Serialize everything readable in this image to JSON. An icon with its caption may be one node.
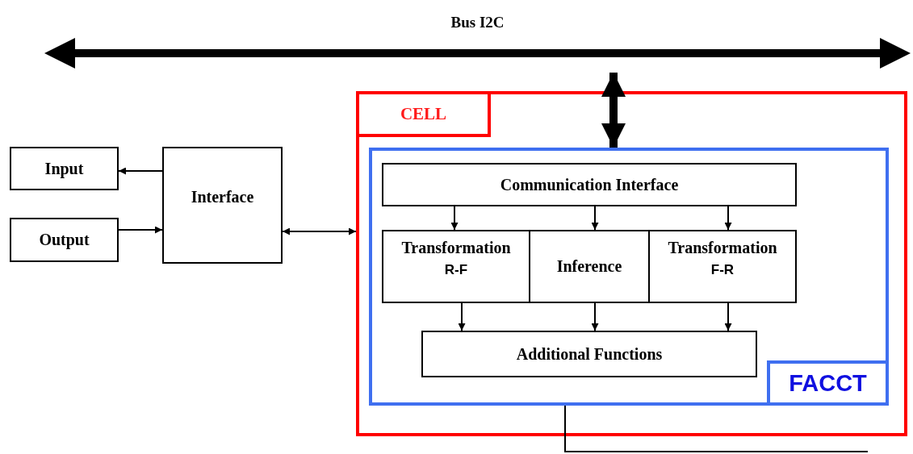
{
  "diagram": {
    "nodes": [
      {
        "text": [
          "Bus I2C"
        ]
      },
      {
        "text": [
          "CELL"
        ]
      },
      {
        "text": [
          "FACCT"
        ],
        "in": 1
      },
      {
        "text": [
          "Communication Interface"
        ],
        "in": 2
      },
      {
        "text": [
          "Transformation",
          "R-F"
        ],
        "in": 2
      },
      {
        "text": [
          "Inference"
        ],
        "in": 2
      },
      {
        "text": [
          "Transformation",
          "F-R"
        ],
        "in": 2
      },
      {
        "text": [
          "Additional Functions"
        ],
        "in": 2
      },
      {
        "text": [
          "Input"
        ]
      },
      {
        "text": [
          "Output"
        ]
      },
      {
        "text": [
          "Interface"
        ]
      }
    ],
    "edges": [
      {
        "from": 0,
        "to": 2,
        "arrow": "both",
        "style": "thick"
      },
      {
        "from": 3,
        "to": 4,
        "arrow": "to"
      },
      {
        "from": 3,
        "to": 5,
        "arrow": "to"
      },
      {
        "from": 3,
        "to": 6,
        "arrow": "to"
      },
      {
        "from": 4,
        "to": 7,
        "arrow": "to"
      },
      {
        "from": 5,
        "to": 7,
        "arrow": "to"
      },
      {
        "from": 6,
        "to": 7,
        "arrow": "to"
      },
      {
        "from": 10,
        "to": 8,
        "arrow": "to"
      },
      {
        "from": 9,
        "to": 10,
        "arrow": "to"
      },
      {
        "from": 10,
        "to": 1,
        "arrow": "both"
      },
      {
        "from": 2,
        "to": null,
        "arrow": "none"
      }
    ]
  }
}
